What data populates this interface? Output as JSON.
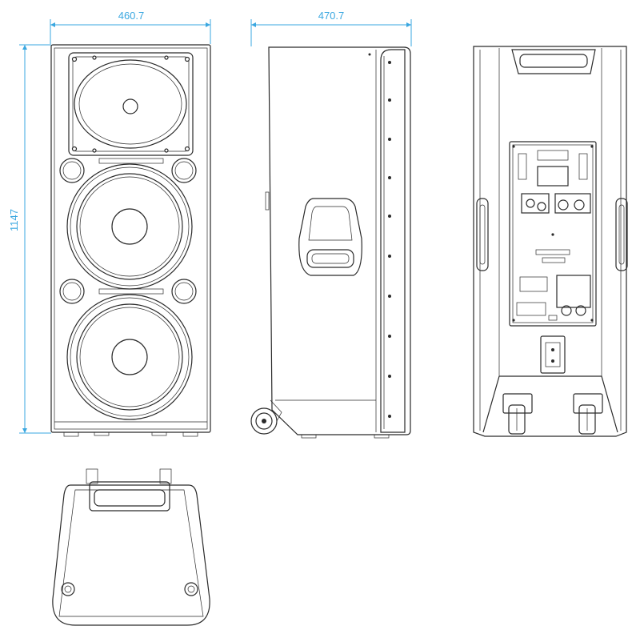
{
  "dimensions": {
    "front_width": "460.7",
    "side_depth": "470.7",
    "height": "1147"
  },
  "colors": {
    "dimension_lines": "#3aa7e0",
    "outline": "#2a2a2a",
    "background": "#ffffff"
  }
}
